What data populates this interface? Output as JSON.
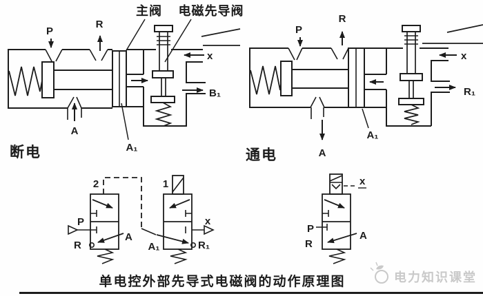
{
  "figure": {
    "top_labels": {
      "main_valve": "主阀",
      "pilot_valve": "电磁先导阀"
    },
    "left_diagram": {
      "state": "断电",
      "ports": {
        "p": "P",
        "r": "R",
        "a": "A",
        "a1": "A₁",
        "x": "x",
        "b1": "B₁"
      }
    },
    "right_diagram": {
      "state": "通电",
      "ports": {
        "p": "P",
        "r": "R",
        "a": "A",
        "a1": "A₁",
        "x": "x",
        "r1": "R₁"
      }
    },
    "symbols": {
      "valve2": {
        "number": "2",
        "ports": {
          "p": "P",
          "a": "A",
          "r": "R"
        }
      },
      "valve1": {
        "number": "1",
        "ports": {
          "a1": "A₁",
          "r1": "R₁",
          "x": "x"
        }
      },
      "valve3": {
        "ports": {
          "p": "P",
          "a": "A",
          "r": "R",
          "x": "x"
        }
      }
    },
    "caption": "单电控外部先导式电磁阀的动作原理图",
    "watermark": {
      "text": "电力知识课堂",
      "icon": "leaf-circle-logo"
    },
    "colors": {
      "ink": "#1c1c1c",
      "watermark_gray": "#c9c9c9",
      "background": "#ffffff"
    }
  }
}
